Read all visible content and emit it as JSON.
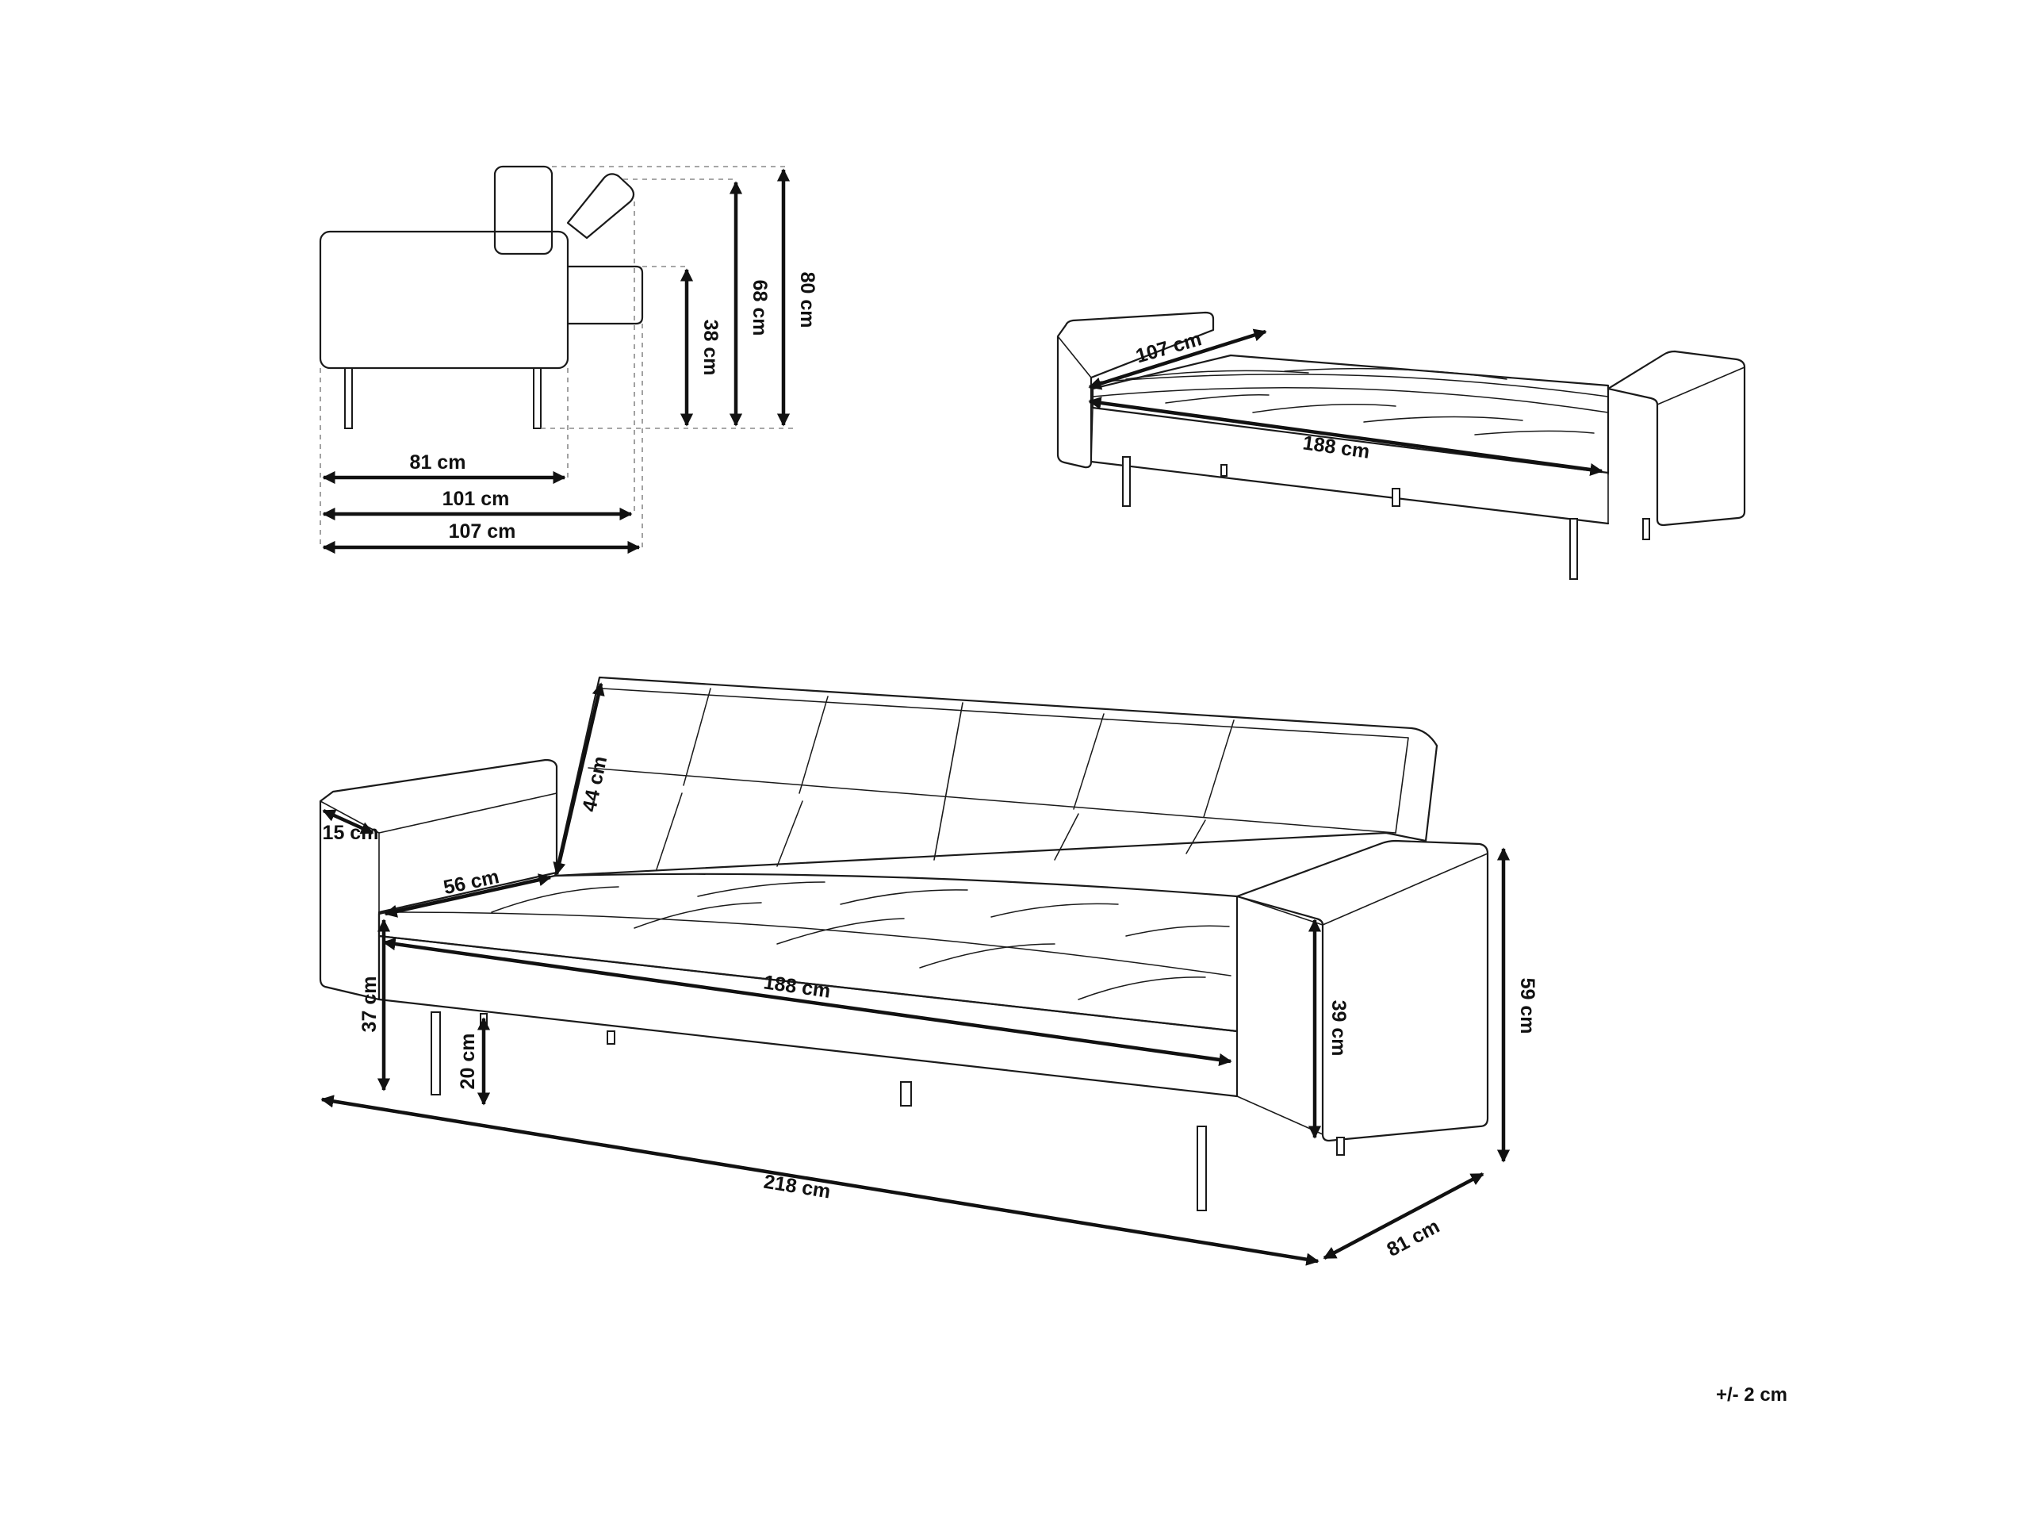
{
  "side_view": {
    "height_total": "80 cm",
    "height_back": "68 cm",
    "height_seat": "38 cm",
    "depth_seat": "81 cm",
    "depth_mid": "101 cm",
    "depth_total": "107 cm"
  },
  "bed_view": {
    "bed_width": "107 cm",
    "bed_length": "188 cm"
  },
  "front_view": {
    "arm_width": "15 cm",
    "back_height": "44 cm",
    "seat_depth": "56 cm",
    "seat_width": "188 cm",
    "seat_height": "37 cm",
    "leg_height": "20 cm",
    "arm_height": "39 cm",
    "total_width": "218 cm",
    "total_depth": "81 cm",
    "total_height": "59 cm"
  },
  "tolerance": "+/- 2 cm"
}
